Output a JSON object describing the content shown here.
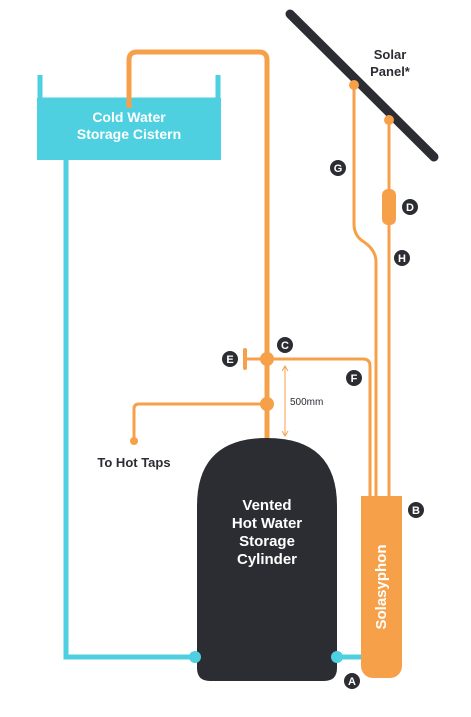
{
  "colors": {
    "cold": "#4fd0e0",
    "hot": "#f7a04a",
    "dark": "#2b2d33",
    "white": "#ffffff"
  },
  "cistern": {
    "line1": "Cold Water",
    "line2": "Storage Cistern"
  },
  "cylinder": {
    "line1": "Vented",
    "line2": "Hot Water",
    "line3": "Storage",
    "line4": "Cylinder"
  },
  "solasyphon": {
    "label": "Solasyphon"
  },
  "solar_panel": {
    "line1": "Solar",
    "line2": "Panel*"
  },
  "hot_taps": {
    "label": "To Hot Taps"
  },
  "measurement": {
    "label": "500mm"
  },
  "badges": {
    "a": "A",
    "b": "B",
    "c": "C",
    "d": "D",
    "e": "E",
    "f": "F",
    "g": "G",
    "h": "H"
  }
}
